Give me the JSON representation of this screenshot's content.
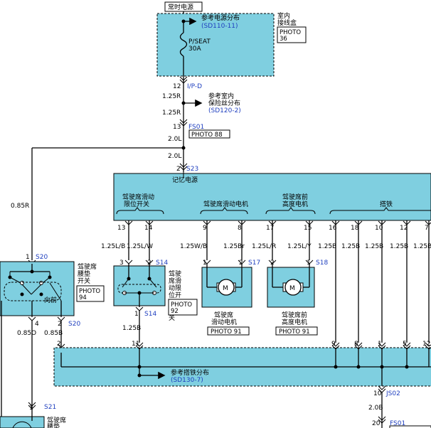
{
  "top": {
    "constant_power": "常时电源",
    "ref_power_dist": "参考电源分布",
    "ref_power_code": "(SD110-11)",
    "fuse_name": "P/SEAT",
    "fuse_rating": "30A",
    "box_line1": "室内",
    "box_line2": "接线盒",
    "photo_box_l1": "PHOTO",
    "photo_box_l2": "36",
    "pin_12": "12",
    "conn_ipd": "I/P-D",
    "wire_125r_a": "1.25R",
    "ref_fuse_l1": "参考室内",
    "ref_fuse_l2": "保险丝分布",
    "ref_fuse_code": "(SD120-2)",
    "wire_125r_b": "1.25R",
    "pin_13": "13",
    "conn_fs01": "FS01",
    "photo_88": "PHOTO 88",
    "wire_20l_a": "2.0L",
    "wire_20l_b": "2.0L",
    "wire_085r": "0.85R",
    "pin_2": "2",
    "conn_s23": "S23"
  },
  "module": {
    "memory_power": "记忆电源",
    "sec1_l1": "驾驶席滑动",
    "sec1_l2": "限位开关",
    "sec2": "驾驶席滑动电机",
    "sec3_l1": "驾驶席前",
    "sec3_l2": "高度电机",
    "sec4": "搭铁",
    "pins": [
      "13",
      "14",
      "9",
      "8",
      "17",
      "15",
      "16",
      "18",
      "10",
      "12",
      "7"
    ],
    "wires": [
      "1.25L/B",
      "1.25L/W",
      "1.25W/B",
      "1.25Br",
      "1.25L/R",
      "1.25L/Y",
      "1.25B",
      "1.25B",
      "1.25B",
      "1.25B",
      "1.25B"
    ]
  },
  "lumbar": {
    "pin_1": "1",
    "conn_s20": "S20",
    "name_l1": "驾驶席",
    "name_l2": "腰垫",
    "name_l3": "开关",
    "photo_l1": "PHOTO",
    "photo_l2": "94",
    "forward": "向前",
    "pin_4": "4",
    "pin_2": "2",
    "conn_s20b": "S20",
    "wire_085o": "0.85O",
    "wire_085b": "0.85B",
    "pin_1b": "1",
    "conn_s21": "S21",
    "bottom_l1": "驾驶席",
    "bottom_l2": "腰垫"
  },
  "limit_switch": {
    "pin_3": "3",
    "pin_2": "2",
    "conn_s14": "S14",
    "name_l1": "驾驶",
    "name_l2": "席滑",
    "name_l3": "动限",
    "name_l4": "位开",
    "name_l5": "关",
    "photo_l1": "PHOTO",
    "photo_l2": "92",
    "pin_1": "1",
    "conn_s14b": "S14",
    "wire_125b": "1.25B",
    "pin_11": "11"
  },
  "slide_motor": {
    "pin_1": "1",
    "pin_2": "2",
    "conn_s17": "S17",
    "motor": "M",
    "name_l1": "驾驶席",
    "name_l2": "滑动电机",
    "photo": "PHOTO 91"
  },
  "height_motor": {
    "pin_2": "2",
    "pin_1": "1",
    "conn_s18": "S18",
    "motor": "M",
    "name_l1": "驾驶席前",
    "name_l2": "高度电机",
    "photo": "PHOTO 91"
  },
  "ground": {
    "pin_2": "2",
    "pins": [
      "9",
      "8",
      "1",
      "5",
      "12"
    ],
    "ref_ground": "参考搭铁分布",
    "ref_ground_code": "(SD130-7)",
    "pin_10": "10",
    "conn_js02": "JS02",
    "wire_20b": "2.0B",
    "pin_20": "20",
    "conn_fs01": "FS01"
  }
}
